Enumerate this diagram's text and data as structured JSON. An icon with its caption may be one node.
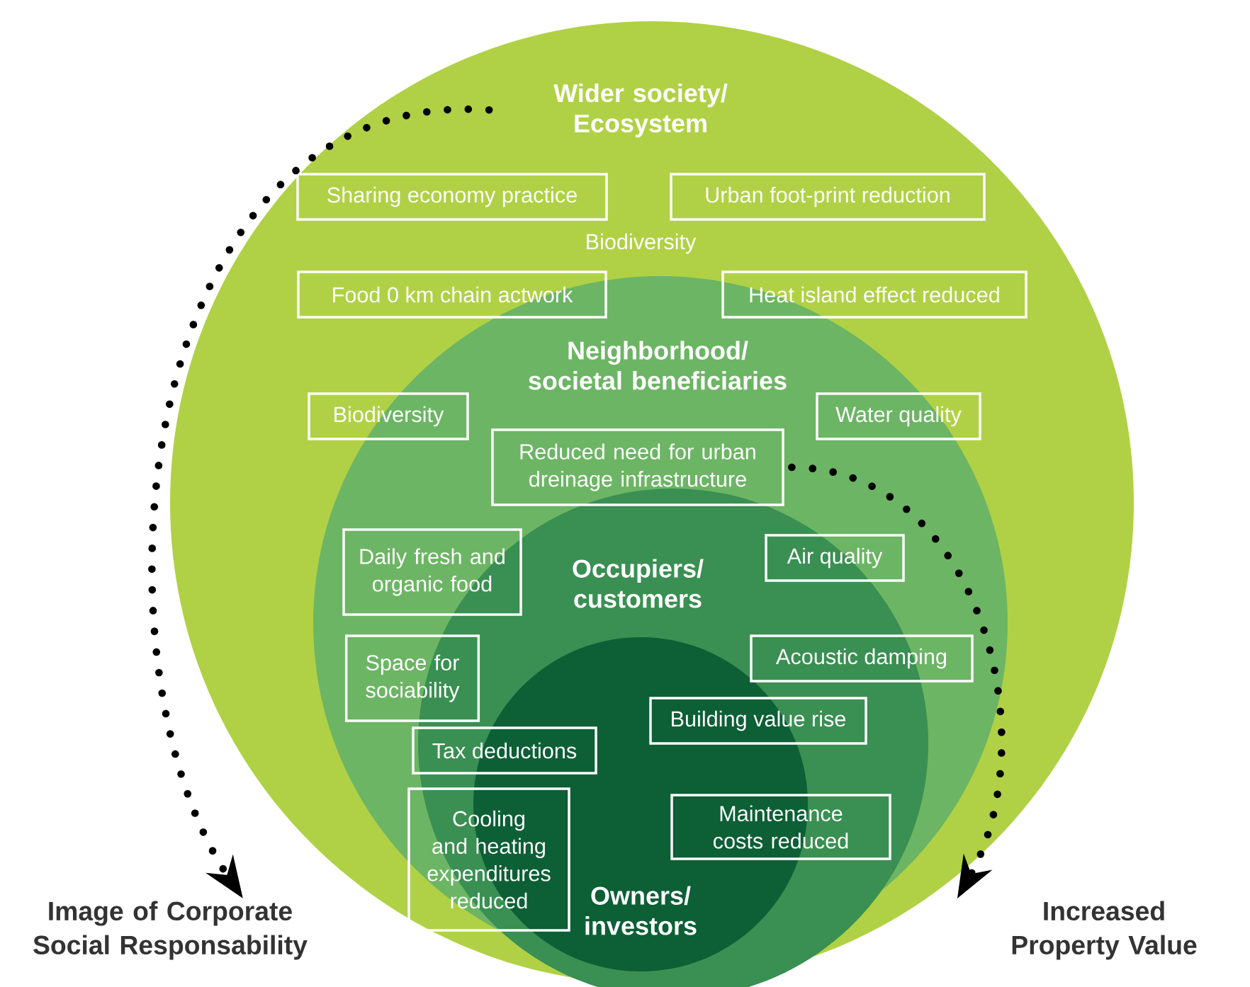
{
  "diagram": {
    "nodes": [
      {
        "text": [
          "Wider society/ Ecosystem"
        ]
      },
      {
        "text": [
          "Sharing economy practice"
        ],
        "in": 0
      },
      {
        "text": [
          "Urban foot-print reduction"
        ],
        "in": 0
      },
      {
        "text": [
          "Food 0 km chain actwork"
        ],
        "in": 0
      },
      {
        "text": [
          "Heat island effect reduced"
        ],
        "in": 0
      },
      {
        "text": [
          "Neighborhood/ societal beneficiaries"
        ],
        "in": 0
      },
      {
        "text": [
          "Biodiversity"
        ],
        "in": 5
      },
      {
        "text": [
          "Water quality"
        ],
        "in": 5
      },
      {
        "text": [
          "Reduced need for urban dreinage infrastructure"
        ],
        "in": 5
      },
      {
        "text": [
          "Occupiers/ customers"
        ],
        "in": 5
      },
      {
        "text": [
          "Daily fresh and organic food"
        ],
        "in": 5
      },
      {
        "text": [
          "Air quality"
        ],
        "in": 9
      },
      {
        "text": [
          "Space for sociability"
        ],
        "in": 5
      },
      {
        "text": [
          "Acoustic damping"
        ],
        "in": 5
      },
      {
        "text": [
          "Owners/ investors"
        ],
        "in": 9
      },
      {
        "text": [
          "Building value rise"
        ],
        "in": 9
      },
      {
        "text": [
          "Tax deductions"
        ],
        "in": 9
      },
      {
        "text": [
          "Cooling and heating expenditures reduced"
        ],
        "in": 9
      },
      {
        "text": [
          "Maintenance costs reduced"
        ],
        "in": 9
      },
      {
        "text": [
          "Image of Corporate Social Responsability"
        ]
      },
      {
        "text": [
          "Increased Property Value"
        ]
      }
    ],
    "edges": [
      {
        "from": 0,
        "to": 19,
        "arrow": "to"
      },
      {
        "from": 8,
        "to": 20,
        "arrow": "to"
      }
    ],
    "labels": [
      "Biodiversity"
    ]
  }
}
